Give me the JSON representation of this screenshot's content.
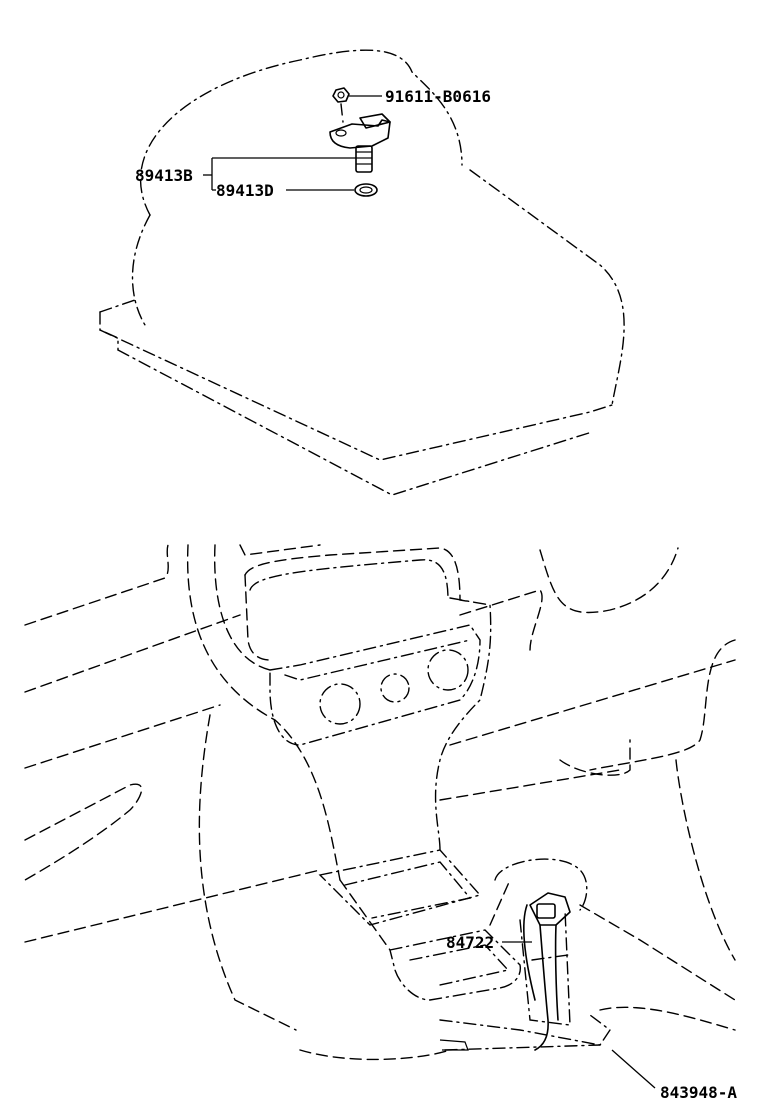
{
  "callouts": {
    "nut": "91611-B0616",
    "switch_assembly": "89413B",
    "gasket": "89413D",
    "shift_lever_harness": "84722"
  },
  "figure_code": "843948-A"
}
